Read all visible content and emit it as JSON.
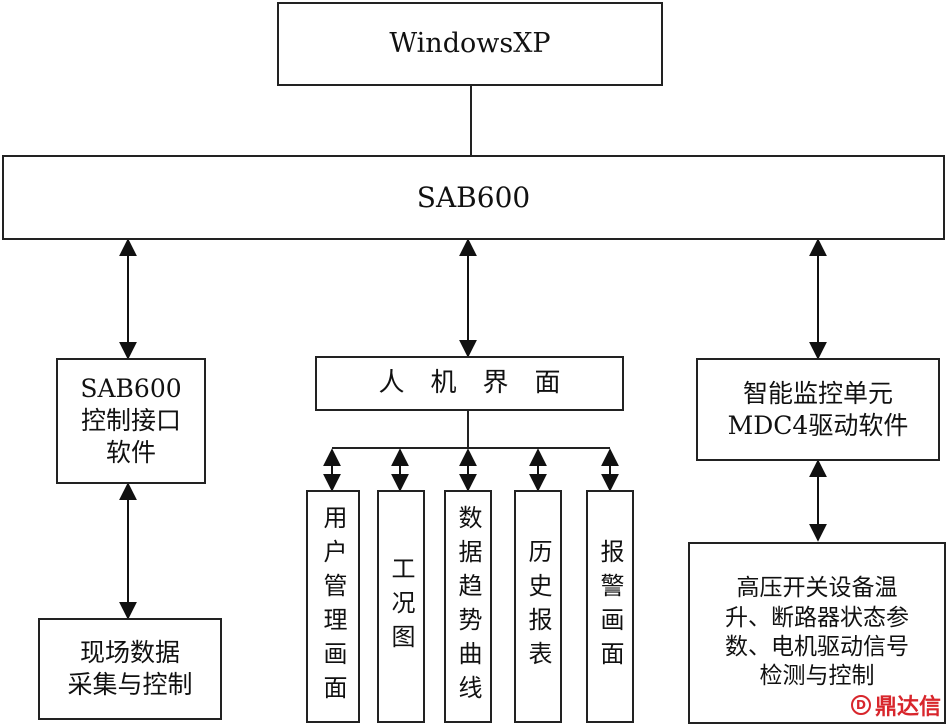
{
  "nodes": {
    "windows": "WindowsXP",
    "sab600": "SAB600",
    "interface": "SAB600\n控制接口\n软件",
    "field": "现场数据\n采集与控制",
    "hmi": "人　机　界　面",
    "user_mgmt": "用户管理画面",
    "condition": "工况图",
    "trend": "数据趋势曲线",
    "history": "历史报表",
    "alarm": "报警画面",
    "monitor": "智能监控单元\nMDC4驱动软件",
    "hv": "高压开关设备温\n升、断路器状态参\n数、电机驱动信号\n检测与控制"
  },
  "watermark": {
    "mark": "D",
    "text": "鼎达信"
  }
}
